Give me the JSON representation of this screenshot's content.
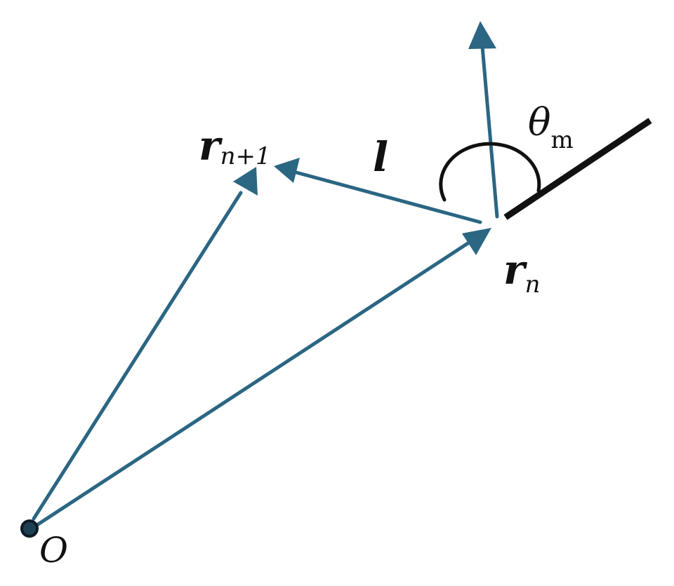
{
  "colors": {
    "vector": "#2b6683",
    "surface": "#111111",
    "text": "#111111",
    "point_fill": "#1d3f52",
    "point_stroke": "#0c1c26"
  },
  "labels": {
    "origin": "O",
    "r_next_main": "r",
    "r_next_sub": "n+1",
    "r_n_main": "r",
    "r_n_sub": "n",
    "step_length": "l",
    "theta_main": "θ",
    "theta_sub": "m"
  }
}
